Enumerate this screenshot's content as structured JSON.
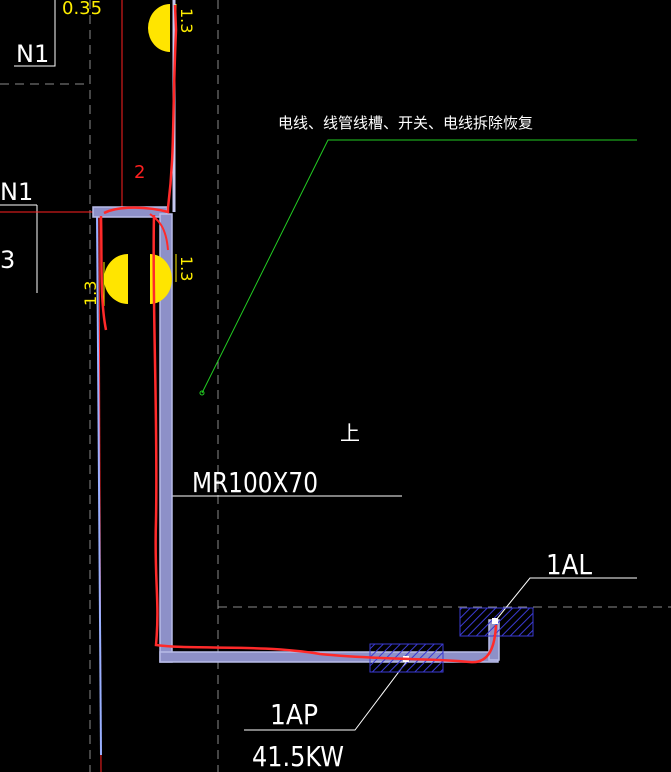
{
  "labels": {
    "level_top": "0.35",
    "tag_n1_top": "N1",
    "tag_n1_mid": "N1",
    "tag_3": "3",
    "dim_top": "1.3",
    "dim_mid_right": "1.3",
    "dim_mid_left": "1.3",
    "mark_2": "2",
    "note": "电线、线管线槽、开关、电线拆除恢复",
    "up_mark": "上",
    "trunking": "MR100X70",
    "panel_1al": "1AL",
    "panel_1ap": "1AP",
    "power": "41.5KW"
  },
  "colors": {
    "background": "#000000",
    "white_lines": "#ffffff",
    "dashed_grid": "#8a8a8a",
    "trunking_fill": "#8d90c8",
    "trunking_edge": "#b8bce8",
    "redline": "#ff2a2a",
    "lamp_yellow": "#ffe500",
    "leader_green": "#22cc22",
    "panel_hatch": "#3a3ad0",
    "riser_blue": "#9ab0ff"
  }
}
